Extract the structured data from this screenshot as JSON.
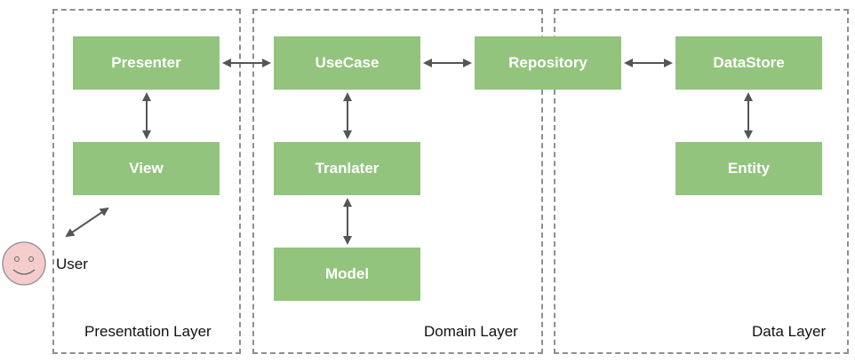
{
  "layers": {
    "presentation": "Presentation Layer",
    "domain": "Domain Layer",
    "data": "Data Layer"
  },
  "components": {
    "presenter": "Presenter",
    "view": "View",
    "usecase": "UseCase",
    "translater": "Tranlater",
    "model": "Model",
    "repository": "Repository",
    "datastore": "DataStore",
    "entity": "Entity"
  },
  "user": {
    "label": "User",
    "icon": "smiley-face-icon"
  },
  "colors": {
    "box_fill": "#93c47d",
    "box_text": "#ffffff",
    "layer_border": "#8f8f8f",
    "arrow": "#555555",
    "user_fill": "#f4cccc",
    "user_stroke": "#999999"
  }
}
